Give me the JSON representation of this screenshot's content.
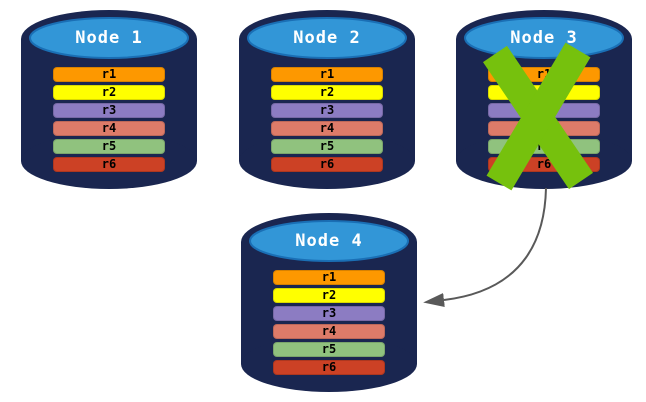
{
  "colors": {
    "page_bg": "#FFFFFF",
    "cylinder_body": "#1A2650",
    "cylinder_top": "#3296D7",
    "cylinder_top_stroke": "#1A6FB5",
    "title_text": "#FFFFFF",
    "bar_text": "#000000",
    "failure_x": "#76C10D",
    "arrow": "#595959",
    "r1": "#FD9800",
    "r2": "#FFFF00",
    "r3": "#8C7CC2",
    "r4": "#DD7B69",
    "r5": "#90C27E",
    "r6": "#CC4125"
  },
  "nodes": [
    {
      "label": "Node 1",
      "failed": false,
      "replicas": [
        "r1",
        "r2",
        "r3",
        "r4",
        "r5",
        "r6"
      ]
    },
    {
      "label": "Node 2",
      "failed": false,
      "replicas": [
        "r1",
        "r2",
        "r3",
        "r4",
        "r5",
        "r6"
      ]
    },
    {
      "label": "Node 3",
      "failed": true,
      "replicas": [
        "r1",
        "r2",
        "r3",
        "r4",
        "r5",
        "r6"
      ]
    },
    {
      "label": "Node 4",
      "failed": false,
      "replicas": [
        "r1",
        "r2",
        "r3",
        "r4",
        "r5",
        "r6"
      ]
    }
  ],
  "arrow": {
    "source": "Node 3",
    "target": "Node 4"
  }
}
